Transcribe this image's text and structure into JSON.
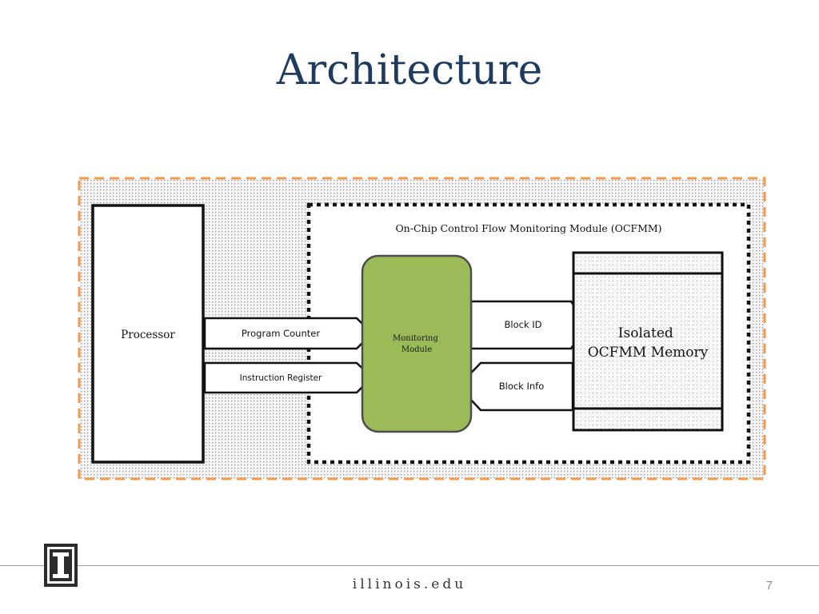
{
  "slide": {
    "title": "Architecture",
    "page_number": "7"
  },
  "footer": {
    "url": "illinois.edu"
  },
  "diagram": {
    "module_label": "On-Chip Control Flow Monitoring Module (OCFMM)",
    "processor_label": "Processor",
    "monitoring_module_label": [
      "Monitoring",
      "Module"
    ],
    "memory_label": [
      "Isolated",
      "OCFMM Memory"
    ],
    "arrows": {
      "program_counter": "Program Counter",
      "instruction_register": "Instruction Register",
      "block_id": "Block ID",
      "block_info": "Block Info"
    },
    "colors": {
      "border_dash": "#f39a4a",
      "monitor_fill": "#9bbb59",
      "title": "#1f3b5e"
    }
  }
}
